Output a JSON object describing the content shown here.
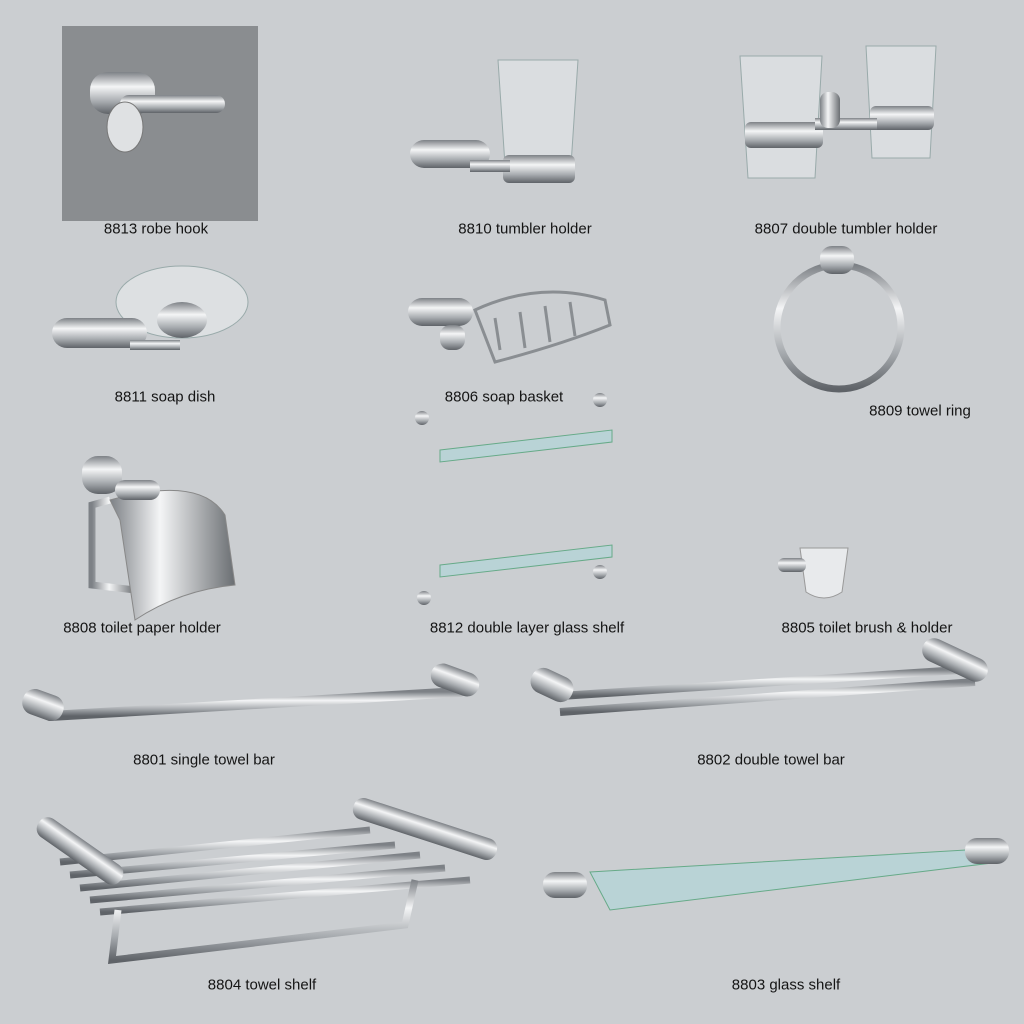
{
  "catalog": {
    "items": [
      {
        "code": "8813",
        "name": "8813  robe hook"
      },
      {
        "code": "8810",
        "name": "8810 tumbler holder"
      },
      {
        "code": "8807",
        "name": "8807 double tumbler holder"
      },
      {
        "code": "8811",
        "name": "8811 soap dish"
      },
      {
        "code": "8806",
        "name": "8806 soap basket"
      },
      {
        "code": "8809",
        "name": "8809 towel ring"
      },
      {
        "code": "8808",
        "name": "8808 toilet paper holder"
      },
      {
        "code": "8812",
        "name": "8812 double layer glass shelf"
      },
      {
        "code": "8805",
        "name": "8805 toilet brush & holder"
      },
      {
        "code": "8801",
        "name": "8801 single towel bar"
      },
      {
        "code": "8802",
        "name": "8802 double towel bar"
      },
      {
        "code": "8804",
        "name": "8804 towel shelf"
      },
      {
        "code": "8803",
        "name": "8803 glass shelf"
      }
    ]
  },
  "colors": {
    "background": "#cbced1",
    "photo_box": "#8a8d90",
    "chrome": "#e8eaec",
    "glass": "#b9d3d6"
  }
}
